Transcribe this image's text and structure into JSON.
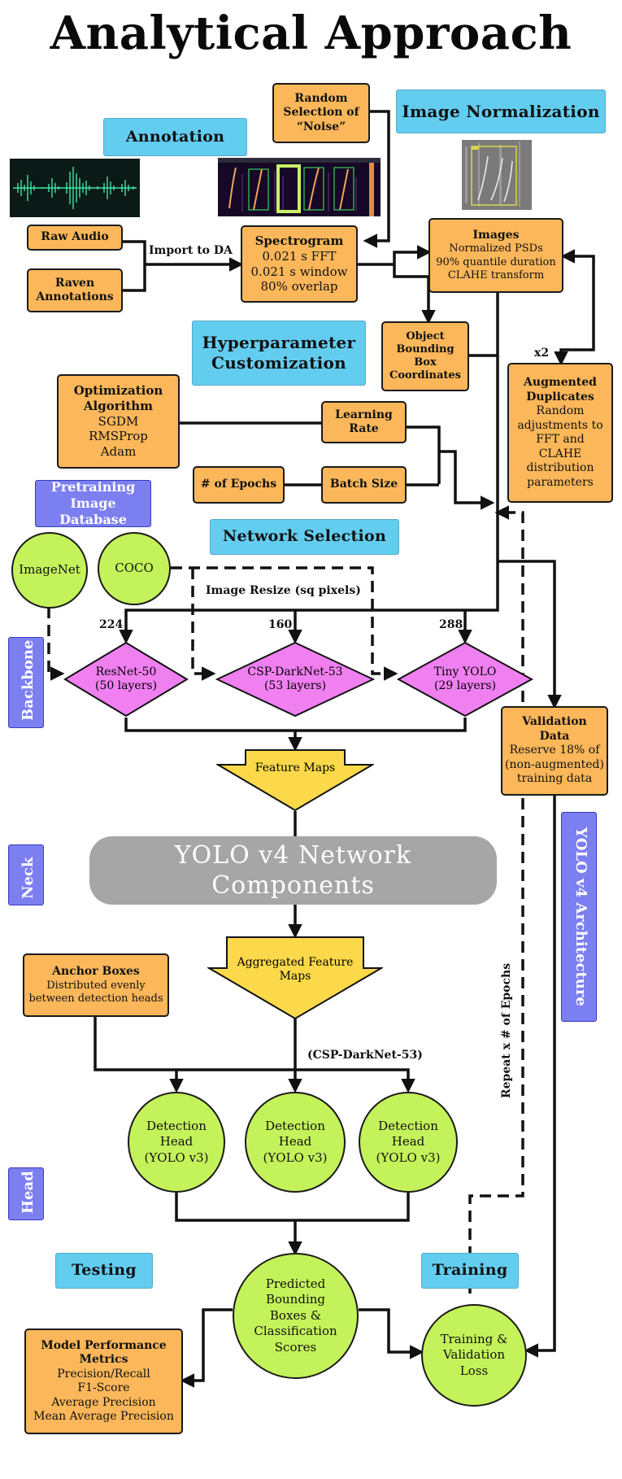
{
  "title": "Analytical Approach",
  "sections": {
    "annotation": "Annotation",
    "image_normalization": "Image Normalization",
    "hyperparameter": [
      "Hyperparameter",
      "Customization"
    ],
    "network_selection": "Network Selection",
    "pretraining_db": [
      "Pretraining",
      "Image Database"
    ],
    "testing": "Testing",
    "training": "Training",
    "backbone": "Backbone",
    "neck": "Neck",
    "head": "Head",
    "yolo_arch": "YOLO v4 Architecture"
  },
  "boxes": {
    "raw_audio": "Raw Audio",
    "raven": [
      "Raven",
      "Annotations"
    ],
    "import_label": "Import to DA",
    "random_noise": [
      "Random",
      "Selection of",
      "“Noise”"
    ],
    "spectrogram": {
      "title": "Spectrogram",
      "lines": [
        "0.021 s FFT",
        "0.021 s window",
        "80% overlap"
      ]
    },
    "images": {
      "title": "Images",
      "lines": [
        "Normalized PSDs",
        "90% quantile duration",
        "CLAHE transform"
      ]
    },
    "obb": [
      "Object",
      "Bounding",
      "Box",
      "Coordinates"
    ],
    "x2": "x2",
    "augmented": {
      "title": [
        "Augmented",
        "Duplicates"
      ],
      "lines": [
        "Random",
        "adjustments to",
        "FFT and",
        "CLAHE",
        "distribution",
        "parameters"
      ]
    },
    "optimization": {
      "title": [
        "Optimization",
        "Algorithm"
      ],
      "lines": [
        "SGDM",
        "RMSProp",
        "Adam"
      ]
    },
    "learning_rate": [
      "Learning",
      "Rate"
    ],
    "epochs": "# of Epochs",
    "batch_size": "Batch Size",
    "validation": {
      "title": [
        "Validation",
        "Data"
      ],
      "lines": [
        "Reserve 18% of",
        "(non-augmented)",
        "training data"
      ]
    },
    "anchor": {
      "title": "Anchor Boxes",
      "lines": [
        "Distributed evenly",
        "between detection heads"
      ]
    },
    "metrics": {
      "title": [
        "Model Performance",
        "Metrics"
      ],
      "lines": [
        "Precision/Recall",
        "F1-Score",
        "Average Precision",
        "Mean Average Precision"
      ]
    }
  },
  "network": {
    "imagenet": "ImageNet",
    "coco": "COCO",
    "resize_label": "Image Resize (sq pixels)",
    "sizes": [
      "224",
      "160",
      "288"
    ],
    "resnet": [
      "ResNet-50",
      "(50 layers)"
    ],
    "cspdarknet": [
      "CSP-DarkNet-53",
      "(53 layers)"
    ],
    "tinyyolo": [
      "Tiny YOLO",
      "(29 layers)"
    ],
    "feature_maps": "Feature Maps",
    "yolo_components": "YOLO v4 Network Components",
    "aggregated": [
      "Aggregated Feature",
      "Maps"
    ],
    "csp_label": "(CSP-DarkNet-53)",
    "detection_head": [
      "Detection",
      "Head",
      "(YOLO v3)"
    ],
    "predicted": [
      "Predicted",
      "Bounding",
      "Boxes &",
      "Classification",
      "Scores"
    ],
    "training_loss": [
      "Training &",
      "Validation",
      "Loss"
    ],
    "repeat": "Repeat x # of Epochs"
  },
  "colors": {
    "orange": "#fbb75a",
    "cyan": "#63cdf0",
    "violet": "#7b7ff0",
    "green": "#c4f25a",
    "magenta": "#f07ff0",
    "yellow": "#fbd94a",
    "gray": "#a6a6a6"
  }
}
